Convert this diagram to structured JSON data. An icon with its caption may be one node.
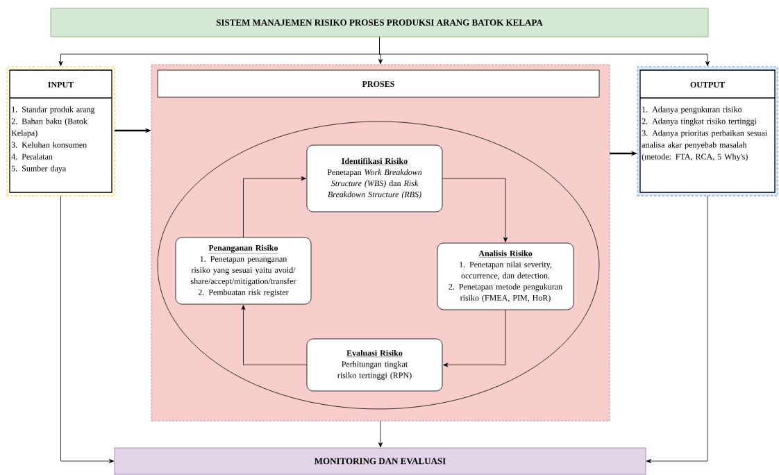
{
  "diagram": {
    "nodes": [
      {
        "text": [
          "SISTEM MANAJEMEN RISIKO PROSES PRODUKSI ARANG BATOK KELAPA"
        ]
      },
      {
        "text": [
          "INPUT",
          "1. Standar produk arang",
          "2. Bahan baku (Batok Kelapa)",
          "3. Keluhan konsumen",
          "4. Peralatan",
          "5. Sumber daya"
        ]
      },
      {
        "text": [
          "PROSES"
        ]
      },
      {
        "text": [
          "Identifikasi Risiko",
          "Penetapan *Work Breakdown Structure (WBS)* dan *Risk Breakdown Structure (RBS)*"
        ],
        "in": 2
      },
      {
        "text": [
          "Analisis Risiko",
          "1. Penetapan nilai severity, occurrence, dan detection.",
          "2. Penetapan metode pengukuran risiko (FMEA, PIM, HoR)"
        ],
        "in": 2
      },
      {
        "text": [
          "Evaluasi Risiko",
          "Perhitungan tingkat risiko tertinggi (RPN)"
        ],
        "in": 2
      },
      {
        "text": [
          "Penanganan Risiko",
          "1. Penetapan penanganan risiko yang sesuai yaitu avoid/ share/accept/mitigation/transfer",
          "2. Pembuatan risk register"
        ],
        "in": 2
      },
      {
        "text": [
          "OUTPUT",
          "1. Adanya pengukuran risiko",
          "2. Adanya tingkat risiko tertinggi",
          "3. Adanya prioritas perbaikan sesuai analisa akar penyebab masalah (metode: FTA, RCA, 5 Why's)"
        ]
      },
      {
        "text": [
          "MONITORING DAN EVALUASI"
        ]
      }
    ],
    "edges": [
      {
        "from": 0,
        "to": 1,
        "arrow": "to"
      },
      {
        "from": 0,
        "to": 2,
        "arrow": "to"
      },
      {
        "from": 0,
        "to": 7,
        "arrow": "to"
      },
      {
        "from": 1,
        "to": 2,
        "arrow": "to",
        "style": "thick"
      },
      {
        "from": 2,
        "to": 7,
        "arrow": "to",
        "style": "thick"
      },
      {
        "from": 3,
        "to": 4,
        "arrow": "to"
      },
      {
        "from": 4,
        "to": 5,
        "arrow": "to"
      },
      {
        "from": 5,
        "to": 6,
        "arrow": "to"
      },
      {
        "from": 6,
        "to": 3,
        "arrow": "to"
      },
      {
        "from": 2,
        "to": 8,
        "arrow": "to"
      },
      {
        "from": 1,
        "to": 8,
        "arrow": "to"
      },
      {
        "from": 7,
        "to": 8,
        "arrow": "to"
      }
    ]
  }
}
